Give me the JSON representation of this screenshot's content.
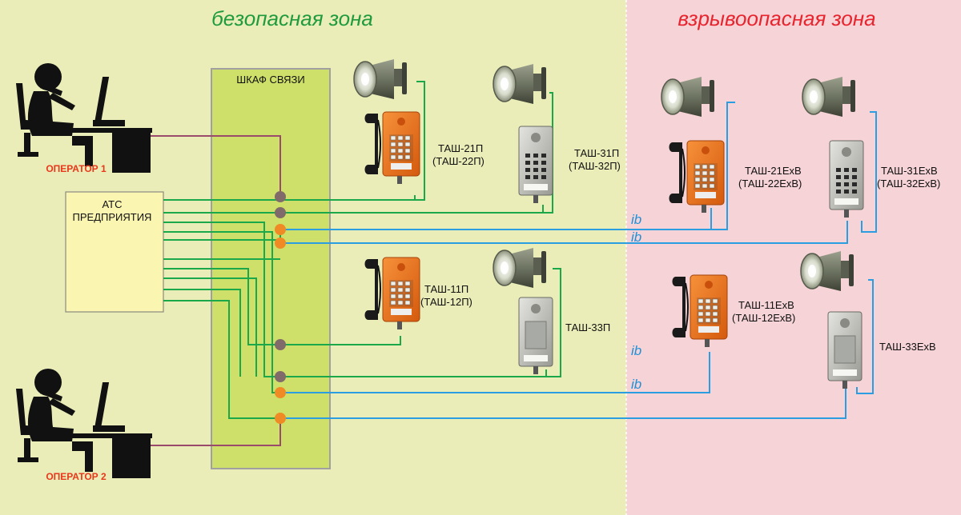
{
  "zones": {
    "safe": {
      "title": "безопасная зона",
      "color": "#1f9a3c",
      "bg": "#eaedb8"
    },
    "hazard": {
      "title": "взрывоопасная зона",
      "color": "#e8242e",
      "bg": "#f5d3d6"
    }
  },
  "cabinet": {
    "label": "ШКАФ СВЯЗИ"
  },
  "pbx": {
    "line1": "АТС",
    "line2": "ПРЕДПРИЯТИЯ"
  },
  "operators": [
    {
      "label": "ОПЕРАТОР 1"
    },
    {
      "label": "ОПЕРАТОР 2"
    }
  ],
  "devices": {
    "tash21p": {
      "line1": "ТАШ-21П",
      "line2": "(ТАШ-22П)"
    },
    "tash31p": {
      "line1": "ТАШ-31П",
      "line2": "(ТАШ-32П)"
    },
    "tash11p": {
      "line1": "ТАШ-11П",
      "line2": "(ТАШ-12П)"
    },
    "tash33p": {
      "line1": "ТАШ-33П"
    },
    "tash21exv": {
      "line1": "ТАШ-21ExВ",
      "line2": "(ТАШ-22ExВ)"
    },
    "tash31exv": {
      "line1": "ТАШ-31ExВ",
      "line2": "(ТАШ-32ExВ)"
    },
    "tash11exv": {
      "line1": "ТАШ-11ExВ",
      "line2": "(ТАШ-12ExВ)"
    },
    "tash33exv": {
      "line1": "ТАШ-33ExВ"
    }
  },
  "ib_marks": [
    "ib",
    "ib",
    "ib",
    "ib"
  ],
  "colors": {
    "green_line": "#1aa84a",
    "blue_line": "#2a9ee0",
    "purple_line": "#9a4a6a",
    "node_gray": "#806a6a",
    "node_orange": "#f08a24",
    "cabinet_fill": "#cfe06a",
    "pbx_fill": "#fbf5b2"
  },
  "icons": [
    "operator-icon",
    "horn-speaker-icon",
    "explosion-proof-phone-icon",
    "keypad-phone-icon"
  ]
}
